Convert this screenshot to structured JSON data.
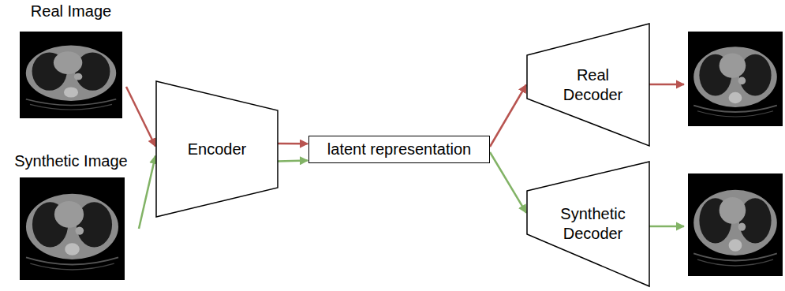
{
  "diagram": {
    "nodes": [
      {
        "text": [
          "Real Image"
        ]
      },
      {
        "text": [
          "Synthetic Image"
        ]
      },
      {
        "text": [
          "Encoder"
        ]
      },
      {
        "text": [
          "latent representation"
        ]
      },
      {
        "text": [
          "Real Decoder"
        ]
      },
      {
        "text": [
          "Synthetic Decoder"
        ]
      }
    ],
    "edges": [
      {
        "from": 0,
        "to": 2,
        "arrow": "to"
      },
      {
        "from": 1,
        "to": 2,
        "arrow": "to"
      },
      {
        "from": 2,
        "to": 3,
        "arrow": "to"
      },
      {
        "from": 2,
        "to": 3,
        "arrow": "to"
      },
      {
        "from": 3,
        "to": 4,
        "arrow": "to"
      },
      {
        "from": 3,
        "to": 5,
        "arrow": "to"
      }
    ]
  }
}
